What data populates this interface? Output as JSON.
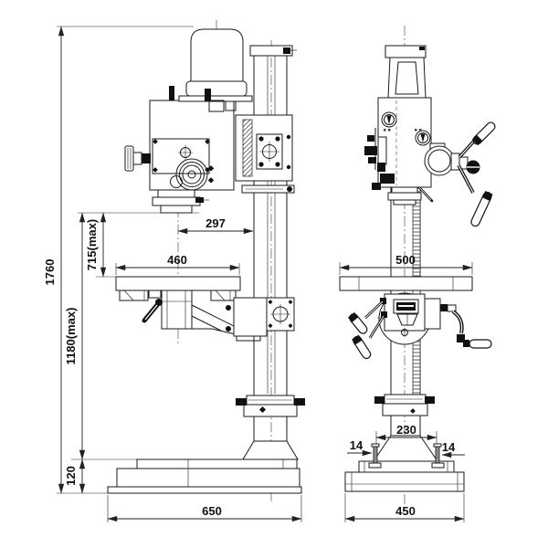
{
  "drawing": {
    "title": "gear-head-drill-press-dimension-drawing",
    "views": 2
  },
  "colors": {
    "line": "#1a1a1a",
    "dimension": "#222222",
    "background": "#ffffff"
  },
  "dims": {
    "total_height": "1760",
    "spindle_to_base_max": "1180(max)",
    "spindle_to_table_max": "715(max)",
    "base_height": "120",
    "spindle_to_column_front": "297",
    "table_width": "460",
    "base_length": "650",
    "table_depth": "500",
    "anchor_bolt_spacing": "230",
    "anchor_bolt_width_left": "14",
    "anchor_bolt_width_right": "14",
    "base_width": "450"
  }
}
